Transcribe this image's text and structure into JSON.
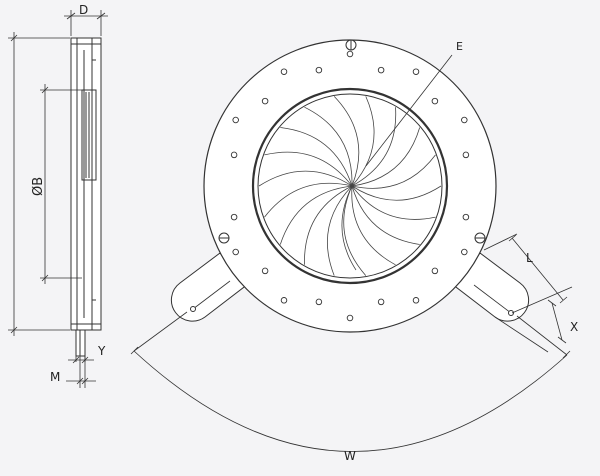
{
  "labels": {
    "D": "D",
    "B": "ØB",
    "E": "E",
    "L": "L",
    "X": "X",
    "Y": "Y",
    "M": "M",
    "W": "W"
  },
  "colors": {
    "line": "#333333",
    "background": "#f4f4f6",
    "fill": "#ffffff"
  }
}
